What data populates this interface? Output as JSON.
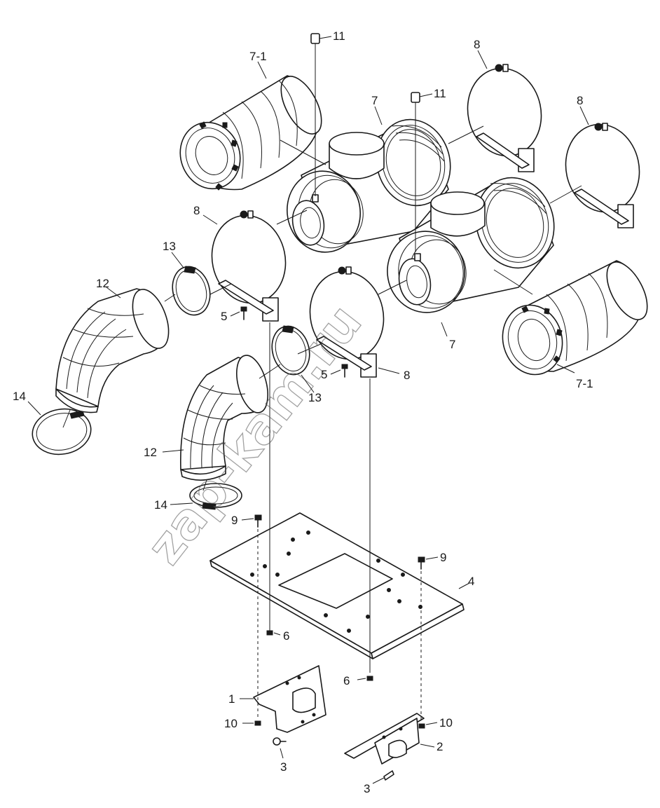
{
  "watermark": "zap-kam.ru",
  "callouts": {
    "c1": "1",
    "c2": "2",
    "c3a": "3",
    "c3b": "3",
    "c4": "4",
    "c5a": "5",
    "c5b": "5",
    "c6a": "6",
    "c6b": "6",
    "c7a": "7",
    "c7b": "7",
    "c71a": "7-1",
    "c71b": "7-1",
    "c8a": "8",
    "c8b": "8",
    "c8c": "8",
    "c8d": "8",
    "c9a": "9",
    "c9b": "9",
    "c10a": "10",
    "c10b": "10",
    "c11a": "11",
    "c11b": "11",
    "c12a": "12",
    "c12b": "12",
    "c13a": "13",
    "c13b": "13",
    "c14a": "14",
    "c14b": "14"
  }
}
